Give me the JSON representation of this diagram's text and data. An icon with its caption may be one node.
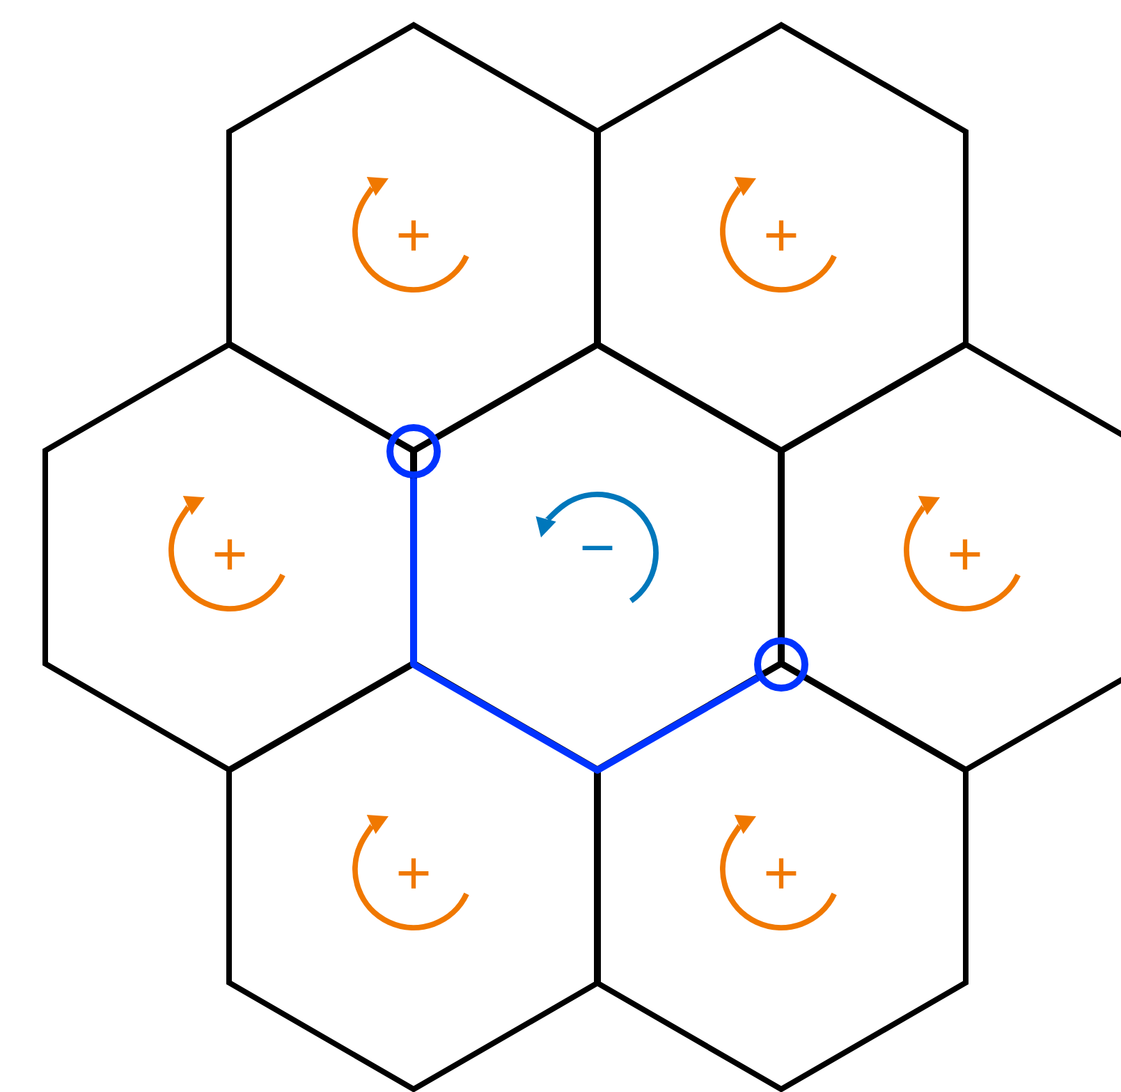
{
  "diagram": {
    "nodes": [
      {
        "text": [
          "+"
        ]
      },
      {
        "text": [
          "+"
        ]
      },
      {
        "text": [
          "+"
        ]
      },
      {
        "text": [
          "−"
        ]
      },
      {
        "text": [
          "+"
        ]
      },
      {
        "text": [
          "+"
        ]
      },
      {
        "text": [
          "+"
        ]
      },
      {
        "text": [],
        "shape": "circle"
      },
      {
        "text": [],
        "shape": "circle"
      }
    ],
    "edges": [
      {
        "from": 7,
        "to": 8,
        "arrow": "none"
      }
    ]
  }
}
